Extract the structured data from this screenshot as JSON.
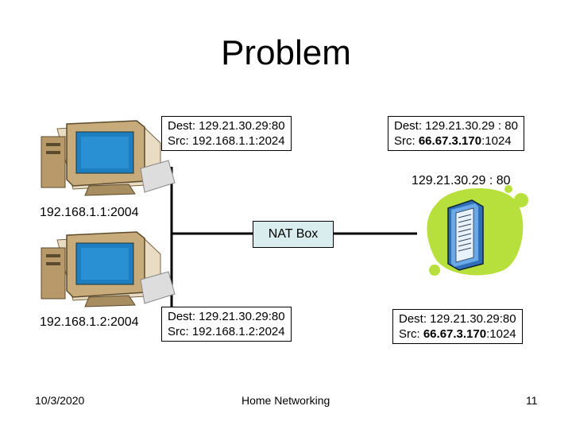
{
  "slide": {
    "title": "Problem"
  },
  "boxes": {
    "top_left": {
      "dest": "Dest: 129.21.30.29:80",
      "src": "Src: 192.168.1.1:2024"
    },
    "top_right": {
      "dest": "Dest: 129.21.30.29 : 80",
      "src_prefix": "Src: ",
      "src_ip": "66.67.3.170",
      "src_port": ":1024"
    },
    "bottom_left": {
      "dest": "Dest:  129.21.30.29:80",
      "src": "Src:  192.168.1.2:2024"
    },
    "bottom_right": {
      "dest": "Dest:  129.21.30.29:80",
      "src_prefix": "Src:  ",
      "src_ip": "66.67.3.170",
      "src_port": ":1024"
    }
  },
  "labels": {
    "server": "129.21.30.29 : 80",
    "host1": "192.168.1.1:2004",
    "host2": "192.168.1.2:2004",
    "nat": "NAT Box"
  },
  "footer": {
    "date": "10/3/2020",
    "center": "Home Networking",
    "page": "11"
  },
  "colors": {
    "monitor_body": "#b89a6a",
    "monitor_screen": "#1e7fc0",
    "server_blob": "#b8e03c",
    "server_body": "#4a8ed6",
    "nat_fill": "#d9ecee"
  }
}
